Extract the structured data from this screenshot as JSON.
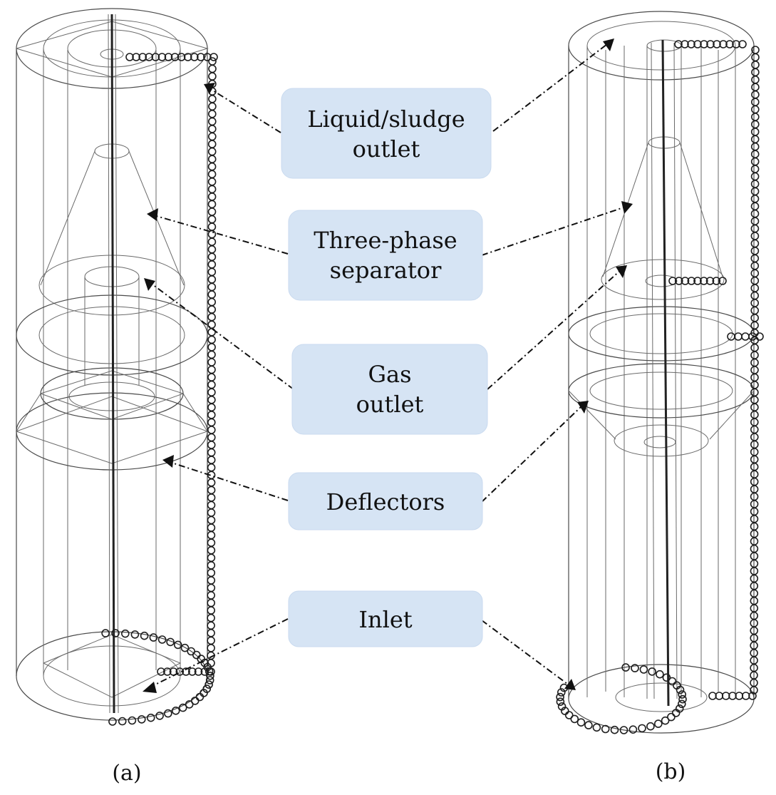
{
  "callouts": [
    {
      "id": "liquid-sludge-outlet",
      "lines": [
        "Liquid/sludge",
        "outlet"
      ]
    },
    {
      "id": "three-phase-separator",
      "lines": [
        "Three-phase",
        "separator"
      ]
    },
    {
      "id": "gas-outlet",
      "lines": [
        "Gas",
        "outlet"
      ]
    },
    {
      "id": "deflectors",
      "lines": [
        "Deflectors"
      ]
    },
    {
      "id": "inlet",
      "lines": [
        "Inlet"
      ]
    }
  ],
  "panels": [
    {
      "id": "a",
      "label": "(a)"
    },
    {
      "id": "b",
      "label": "(b)"
    }
  ],
  "colors": {
    "callout_fill": "#d6e4f4",
    "wire": "#4a4a4a",
    "leader": "#111111"
  }
}
